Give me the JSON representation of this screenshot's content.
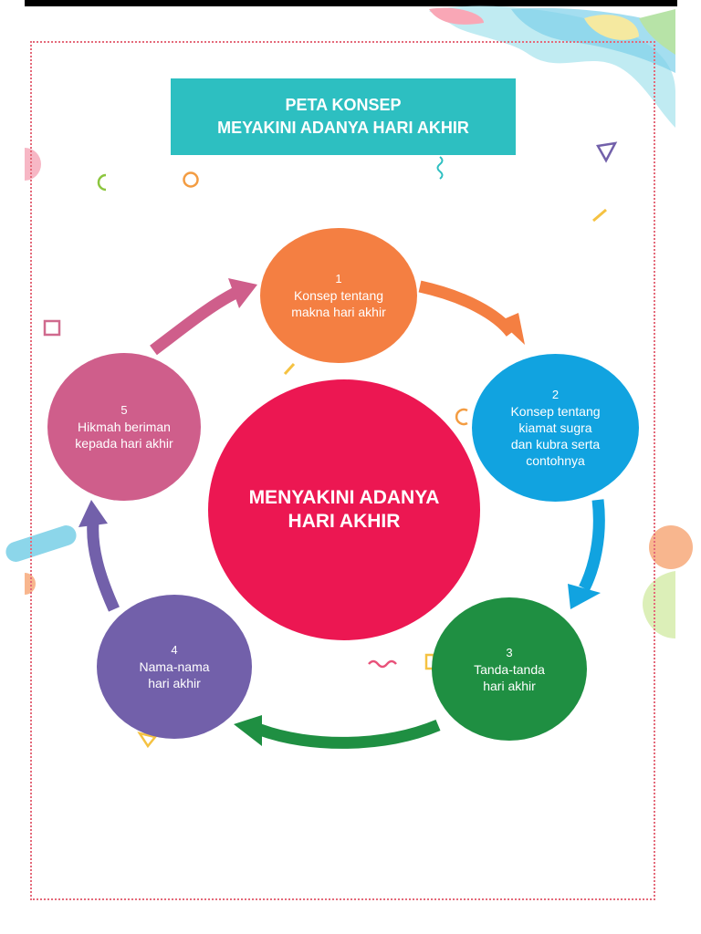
{
  "title": {
    "line1": "PETA KONSEP",
    "line2": "MEYAKINI ADANYA HARI AKHIR"
  },
  "center": {
    "line1": "MENYAKINI ADANYA",
    "line2": "HARI AKHIR",
    "color": "#ec1752"
  },
  "nodes": [
    {
      "num": "1",
      "lines": [
        "Konsep tentang",
        "makna hari akhir"
      ],
      "color": "#f47f42"
    },
    {
      "num": "2",
      "lines": [
        "Konsep tentang",
        "kiamat sugra",
        "dan kubra serta",
        "contohnya"
      ],
      "color": "#11a3e0"
    },
    {
      "num": "3",
      "lines": [
        "Tanda-tanda",
        "hari akhir"
      ],
      "color": "#1f8f42"
    },
    {
      "num": "4",
      "lines": [
        "Nama-nama",
        "hari akhir"
      ],
      "color": "#7260aa"
    },
    {
      "num": "5",
      "lines": [
        "Hikmah beriman",
        "kepada hari akhir"
      ],
      "color": "#cf5e8b"
    }
  ],
  "arrow_colors": {
    "n1_to_n2": "#f47f42",
    "n2_to_n3": "#11a3e0",
    "n3_to_n4": "#1f8f42",
    "n4_to_n5": "#7260aa",
    "n5_to_n1": "#cf5e8b"
  },
  "accent": "#2dbfc1"
}
